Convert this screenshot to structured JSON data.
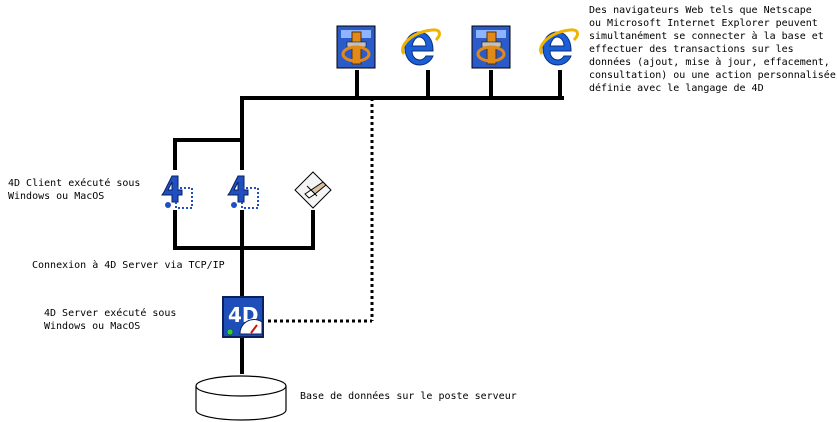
{
  "diagram": {
    "browser_note": "Des navigateurs Web tels que Netscape\nou Microsoft Internet Explorer peuvent\nsimultanément se connecter à la base et\neffectuer des transactions sur les\ndonnées (ajout, mise à jour, effacement,\nconsultation) ou une action personnalisée\ndéfinie avec le langage de 4D",
    "client_label": "4D Client exécuté sous\nWindows ou MacOS",
    "connection_label": "Connexion à 4D Server via TCP/IP",
    "server_label": "4D Server exécuté sous\nWindows ou MacOS",
    "database_label": "Base de données sur le poste serveur",
    "browsers": [
      {
        "icon": "netscape-navigator-icon"
      },
      {
        "icon": "internet-explorer-icon"
      },
      {
        "icon": "netscape-navigator-icon"
      },
      {
        "icon": "internet-explorer-icon"
      }
    ],
    "clients": [
      {
        "icon": "4d-client-icon"
      },
      {
        "icon": "4d-client-icon"
      },
      {
        "icon": "document-pen-icon"
      }
    ],
    "server_icon": "4d-server-icon",
    "database_icon": "database-cylinder-icon",
    "colors": {
      "line": "#000000",
      "ie_blue": "#1a5fd8",
      "netscape_blue": "#3a6fd0",
      "netscape_orange": "#e08a1a",
      "client_blue": "#1f4fc0",
      "server_blue": "#1e4fb8"
    }
  }
}
